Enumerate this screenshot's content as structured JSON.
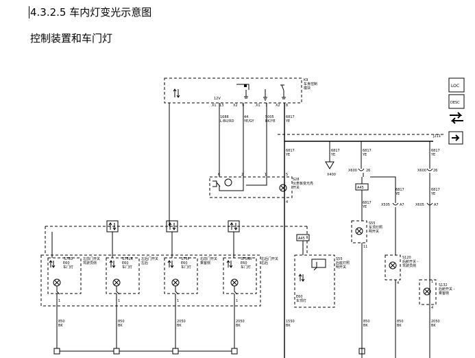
{
  "page": {
    "heading": "4.3.2.5 车内灯变光示意图",
    "subheading": "控制装置和车门灯"
  },
  "side_icons": [
    {
      "name": "location-view-icon",
      "text": "LOC"
    },
    {
      "name": "description-view-icon",
      "text": "DESC"
    },
    {
      "name": "swap-arrows-icon",
      "text": ""
    },
    {
      "name": "next-arrow-icon",
      "text": ""
    }
  ],
  "module": {
    "code": "K9",
    "name_line1": "车身控制",
    "name_line2": "模块",
    "voltage": "12V",
    "pins": [
      {
        "connector": "X1",
        "pin": "13"
      },
      {
        "connector": "X2",
        "pin": "9"
      },
      {
        "connector": "X1",
        "pin": "7"
      },
      {
        "connector": "X2",
        "pin": "8"
      }
    ]
  },
  "wires_top": [
    {
      "circuit": "1688",
      "color": "L-BU/RD"
    },
    {
      "circuit": "44",
      "color": "YE/GY"
    },
    {
      "circuit": "5005",
      "color": "BK/YE"
    },
    {
      "circuit": "6817",
      "color": "YE"
    }
  ],
  "splice": {
    "code": "J211"
  },
  "branches": [
    {
      "circuit": "6817",
      "color": "YE"
    },
    {
      "circuit": "6817",
      "color": "YE"
    },
    {
      "circuit": "6817",
      "color": "YE"
    },
    {
      "circuit": "6817",
      "color": "YE"
    }
  ],
  "connectors": {
    "x400": "X400",
    "x600_a": "X600",
    "x600_a_pin": "26",
    "x600_b": "X600",
    "x600_b_pin": "26",
    "x505": "X505",
    "x505_pin": "A7",
    "x605": "X605",
    "x605_pin": "A7",
    "a45_mid": "A45",
    "a45_left": "A45"
  },
  "dimmer_switch": {
    "code": "S28",
    "name_line1": "仪表板变光亮",
    "name_line2": "开关",
    "pins": [
      "6",
      "2",
      "1",
      "5",
      "4"
    ]
  },
  "dome_lamp_switch": {
    "code": "S55",
    "name_line1": "车顶灯照",
    "name_line2": "明开关"
  },
  "rear_lamp_switch": {
    "code": "S55",
    "name_line1": "后座灯照",
    "name_line2": "明开关"
  },
  "left_middle": {
    "code": "S120",
    "name_line1": "后舱开关 -",
    "name_line2": "驾驶员侧"
  },
  "right_middle": {
    "code": "S132",
    "name_line1": "后舱开关 -",
    "name_line2": "乘客侧"
  },
  "door_switches": [
    {
      "code": "S75D",
      "name_line1": "左前门开关",
      "name_line2": "驾驶员侧",
      "lamp_code": "E60",
      "lamp_name": "车门灯",
      "pin": "1",
      "wire_circuit": "850",
      "wire_color": "BK"
    },
    {
      "code": "S75LR",
      "name_line1": "左后门开关",
      "name_line2": "左后",
      "lamp_code": "E60",
      "lamp_name": "车门灯",
      "pin": "1",
      "wire_circuit": "850",
      "wire_color": "BK"
    },
    {
      "code": "S75P",
      "name_line1": "右前门开关",
      "name_line2": "乘客侧",
      "lamp_code": "E60",
      "lamp_name": "车门灯",
      "pin": "1",
      "wire_circuit": "2050",
      "wire_color": "BK"
    },
    {
      "code": "S75RR",
      "name_line1": "右后门开关",
      "name_line2": "右后",
      "lamp_code": "E60",
      "lamp_name": "车门灯",
      "pin": "1",
      "wire_circuit": "2050",
      "wire_color": "BK"
    }
  ],
  "bottom_wires": [
    {
      "circuit": "1550",
      "color": "BK"
    },
    {
      "circuit": "850",
      "color": "BK"
    },
    {
      "circuit": "850",
      "color": "BK"
    },
    {
      "circuit": "2050",
      "color": "BK"
    }
  ],
  "lamp_modules": [
    {
      "code": "E60",
      "name": "车顶灯"
    }
  ],
  "pin_labels": {
    "p11": "11",
    "p4a": "4",
    "p4b": "4",
    "p4c": "4",
    "p1a": "1",
    "p1b": "1"
  }
}
